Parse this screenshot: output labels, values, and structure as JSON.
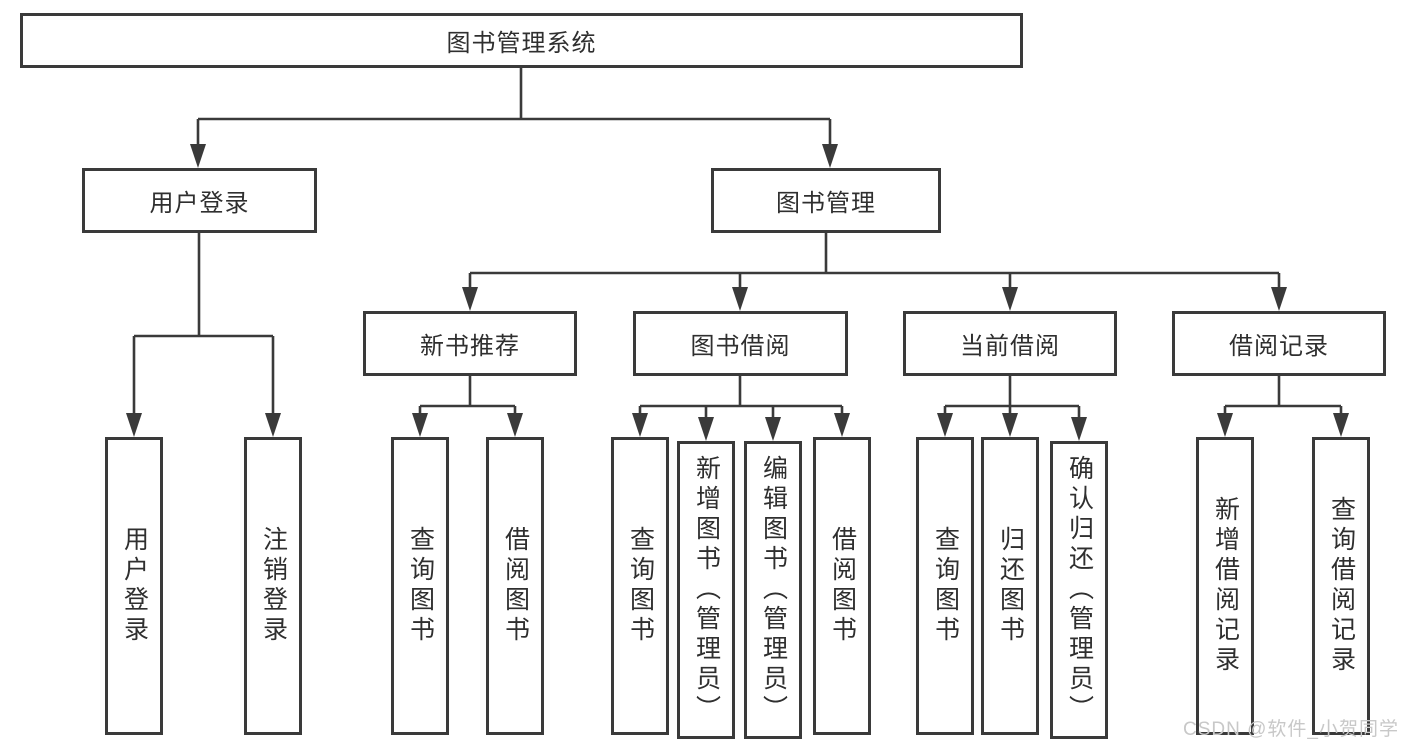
{
  "colors": {
    "background": "#ffffff",
    "line": "#3a3a3a",
    "box_border": "#3a3a3a",
    "text": "#2f2f2f",
    "watermark": "#c8c8c8"
  },
  "watermark": {
    "text": "CSDN @软件_小贺同学"
  },
  "diagram": {
    "type": "tree",
    "root": {
      "label": "图书管理系统",
      "children": [
        {
          "label": "用户登录",
          "children": [
            {
              "label": "用户登录"
            },
            {
              "label": "注销登录"
            }
          ]
        },
        {
          "label": "图书管理",
          "children": [
            {
              "label": "新书推荐",
              "children": [
                {
                  "label": "查询图书"
                },
                {
                  "label": "借阅图书"
                }
              ]
            },
            {
              "label": "图书借阅",
              "children": [
                {
                  "label": "查询图书"
                },
                {
                  "label": "新增图书（管理员）"
                },
                {
                  "label": "编辑图书（管理员）"
                },
                {
                  "label": "借阅图书"
                }
              ]
            },
            {
              "label": "当前借阅",
              "children": [
                {
                  "label": "查询图书"
                },
                {
                  "label": "归还图书"
                },
                {
                  "label": "确认归还（管理员）"
                }
              ]
            },
            {
              "label": "借阅记录",
              "children": [
                {
                  "label": "新增借阅记录"
                },
                {
                  "label": "查询借阅记录"
                }
              ]
            }
          ]
        }
      ]
    }
  }
}
